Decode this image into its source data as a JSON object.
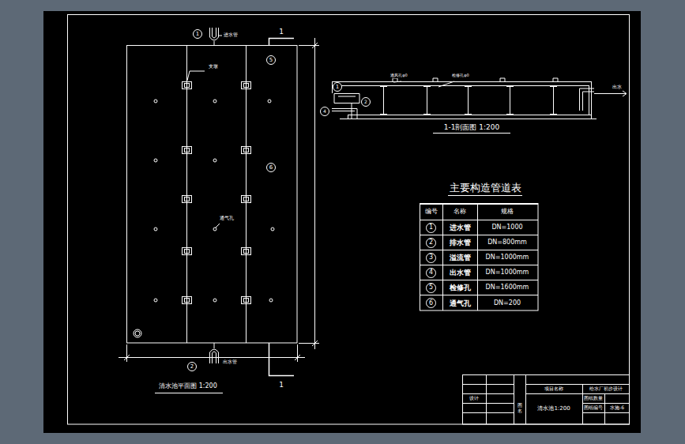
{
  "diagram": {
    "nodes": [
      {
        "text": [
          "1"
        ]
      },
      {
        "text": [
          "5"
        ]
      },
      {
        "text": [
          "6"
        ]
      },
      {
        "text": [
          "2"
        ]
      },
      {
        "text": [
          "1"
        ]
      },
      {
        "text": [
          "2"
        ]
      },
      {
        "text": [
          "4"
        ]
      },
      {
        "text": [
          "1"
        ]
      },
      {
        "text": [
          "2"
        ]
      },
      {
        "text": [
          "3"
        ]
      },
      {
        "text": [
          "4"
        ]
      },
      {
        "text": [
          "5"
        ]
      },
      {
        "text": [
          "6"
        ]
      }
    ],
    "labels": [
      "进水管",
      "1",
      "支墩",
      "通气孔",
      "出水管",
      "1",
      "清水池平面图 1:200",
      "通风孔φ0",
      "检修孔φ0",
      "出水",
      "1-1剖面图 1:200",
      "主要构造管道表",
      "编号",
      "名称",
      "规格",
      "进水管",
      "DN=1000",
      "排水管",
      "DN=800mm",
      "溢流管",
      "DN=1000mm",
      "出水管",
      "DN=1000mm",
      "检修孔",
      "DN=1600mm",
      "通气孔",
      "DN=200",
      "设计",
      "图名",
      "清水池1:200",
      "项目名称",
      "给水厂初步设计",
      "图纸数量",
      "图纸编号",
      "水施-6"
    ]
  }
}
